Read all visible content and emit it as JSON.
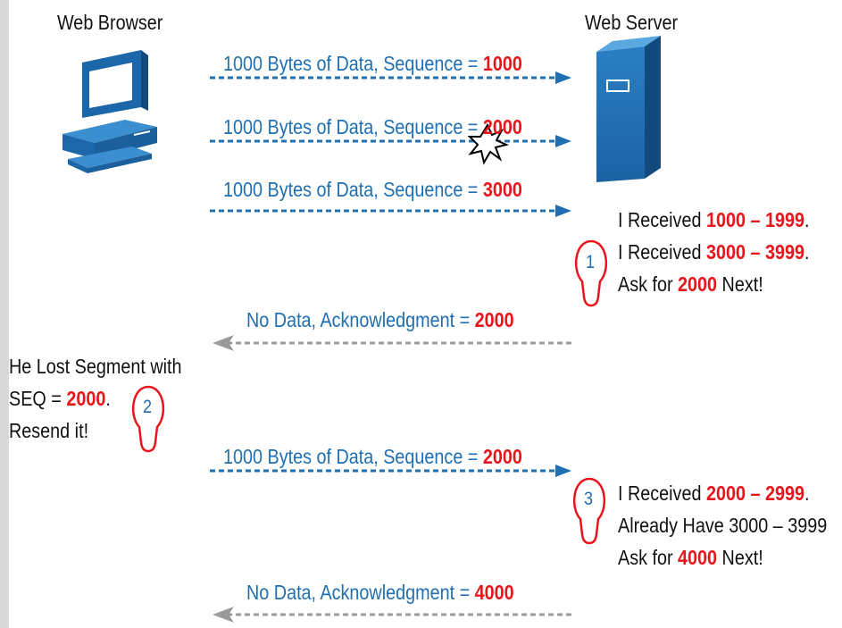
{
  "browser": {
    "title": "Web Browser"
  },
  "server": {
    "title": "Web Server"
  },
  "colors": {
    "data_arrow": "#1f6fb2",
    "ack_arrow": "#9a9a9a",
    "highlight": "#e8151b",
    "bulb": "#e8151b",
    "step_number": "#1f6fb2"
  },
  "messages": [
    {
      "label": "1000 Bytes of Data, Sequence = ",
      "value": "1000"
    },
    {
      "label": "1000 Bytes of Data, Sequence = ",
      "value": "2000",
      "lost": true
    },
    {
      "label": "1000 Bytes of Data, Sequence = ",
      "value": "3000"
    },
    {
      "label": "No Data, Acknowledgment = ",
      "value": "2000"
    },
    {
      "label": "1000 Bytes of Data, Sequence = ",
      "value": "2000"
    },
    {
      "label": "No Data, Acknowledgment = ",
      "value": "4000"
    }
  ],
  "notes": {
    "step1": {
      "number": "1",
      "line1": {
        "pre": "I Received ",
        "value": "1000 – 1999",
        "post": "."
      },
      "line2": {
        "pre": "I Received ",
        "value": "3000 – 3999",
        "post": "."
      },
      "line3": {
        "pre": "Ask for ",
        "value": "2000",
        "post": " Next!"
      }
    },
    "step2": {
      "number": "2",
      "line1": "He Lost Segment with",
      "line2": {
        "pre": "SEQ = ",
        "value": "2000",
        "post": "."
      },
      "line3": "Resend it!"
    },
    "step3": {
      "number": "3",
      "line1": {
        "pre": "I Received ",
        "value": "2000 – 2999",
        "post": "."
      },
      "line2": {
        "pre": "Already Have ",
        "value": "3000 – 3999"
      },
      "line3": {
        "pre": "Ask for ",
        "value": "4000",
        "post": " Next!"
      }
    }
  }
}
